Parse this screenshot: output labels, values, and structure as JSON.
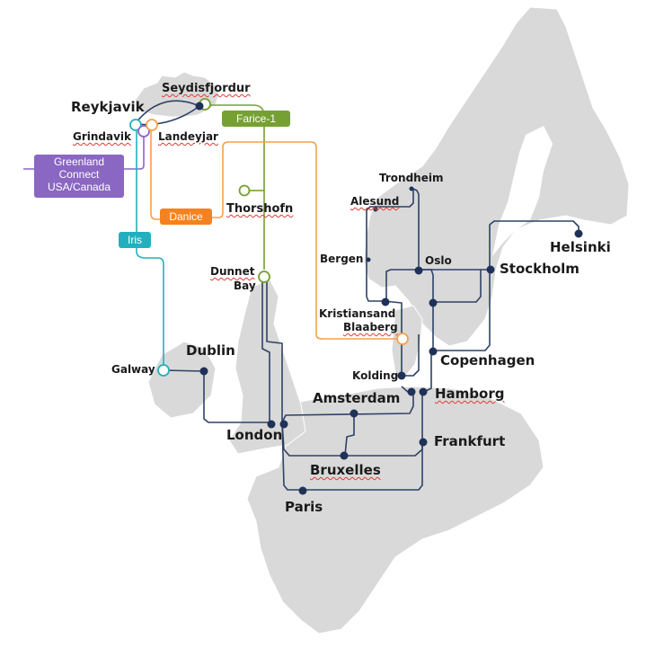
{
  "map": {
    "type": "submarine and terrestrial network map",
    "region": "Northern Europe",
    "colors": {
      "land": "#d9d9d9",
      "borders": "#ffffff",
      "terrestrial_route": "#2e4266",
      "node": "#1f3157",
      "farice": "#76a034",
      "danice": "#f7a04c",
      "danice_tag": "#f58220",
      "greenland_connect": "#8a67c2",
      "iris": "#22b0be"
    },
    "cables": [
      {
        "name": "Farice-1",
        "label": "Farice-1"
      },
      {
        "name": "Danice",
        "label": "Danice"
      },
      {
        "name": "Greenland Connect",
        "label_lines": [
          "Greenland",
          "Connect",
          "USA/Canada"
        ]
      },
      {
        "name": "Iris",
        "label": "Iris"
      }
    ],
    "cities": {
      "reykjavik": "Reykjavik",
      "seydisfjordur": "Seydisfjordur",
      "grindavik": "Grindavik",
      "landeyjar": "Landeyjar",
      "thorshofn": "Thorshofn",
      "dunnet_bay_1": "Dunnet",
      "dunnet_bay_2": "Bay",
      "trondheim": "Trondheim",
      "alesund": "Alesund",
      "bergen": "Bergen",
      "oslo": "Oslo",
      "stockholm": "Stockholm",
      "helsinki": "Helsinki",
      "kristiansand": "Kristiansand",
      "blaaberg": "Blaaberg",
      "copenhagen": "Copenhagen",
      "kolding": "Kolding",
      "hamborg": "Hamborg",
      "amsterdam": "Amsterdam",
      "dublin": "Dublin",
      "galway": "Galway",
      "london": "London",
      "frankfurt": "Frankfurt",
      "bruxelles": "Bruxelles",
      "paris": "Paris"
    }
  }
}
